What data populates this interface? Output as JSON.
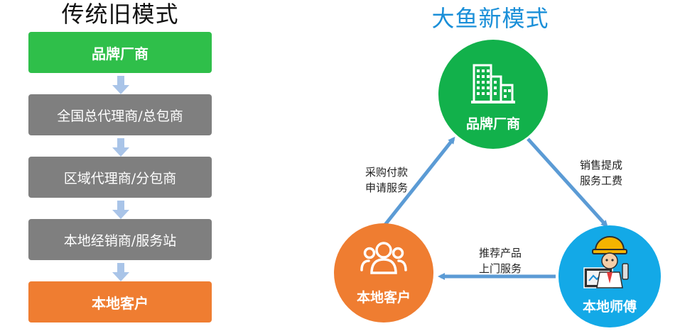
{
  "old_model": {
    "title": "传统旧模式",
    "steps": [
      {
        "label": "品牌厂商",
        "color": "#2fbf4a"
      },
      {
        "label": "全国总代理商/总包商",
        "color": "#7f7f7f"
      },
      {
        "label": "区域代理商/分包商",
        "color": "#7f7f7f"
      },
      {
        "label": "本地经销商/服务站",
        "color": "#7f7f7f"
      },
      {
        "label": "本地客户",
        "color": "#ef7d31"
      }
    ],
    "arrow_color": "#a9c4e8"
  },
  "new_model": {
    "title": "大鱼新模式",
    "nodes": {
      "brand": {
        "label": "品牌厂商",
        "color": "#12b14b",
        "icon": "building-icon"
      },
      "customer": {
        "label": "本地客户",
        "color": "#ef7d31",
        "icon": "users-icon"
      },
      "technician": {
        "label": "本地师傅",
        "color": "#13a9e7",
        "icon": "technician-icon"
      }
    },
    "edges": {
      "customer_to_brand": [
        "采购付款",
        "申请服务"
      ],
      "brand_to_technician": [
        "销售提成",
        "服务工费"
      ],
      "technician_to_customer": [
        "推荐产品",
        "上门服务"
      ]
    },
    "arrow_color": "#5b9bd5"
  }
}
